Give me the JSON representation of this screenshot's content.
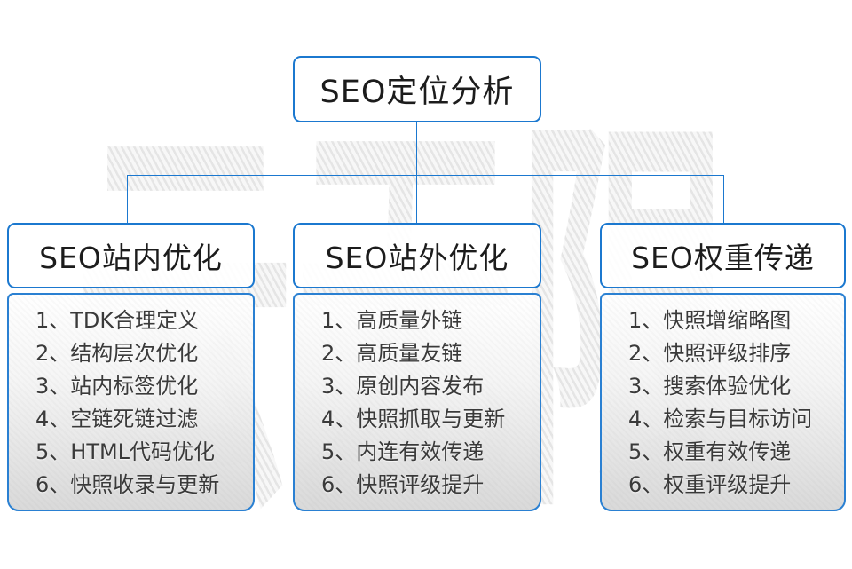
{
  "watermark": {
    "text": "云无限"
  },
  "root": {
    "title": "SEO定位分析"
  },
  "branches": [
    {
      "title": "SEO站内优化",
      "items": [
        "1、TDK合理定义",
        "2、结构层次优化",
        "3、站内标签优化",
        "4、空链死链过滤",
        "5、HTML代码优化",
        "6、快照收录与更新"
      ]
    },
    {
      "title": "SEO站外优化",
      "items": [
        "1、高质量外链",
        "2、高质量友链",
        "3、原创内容发布",
        "4、快照抓取与更新",
        "5、内连有效传递",
        "6、快照评级提升"
      ]
    },
    {
      "title": "SEO权重传递",
      "items": [
        "1、快照增缩略图",
        "2、快照评级排序",
        "3、搜索体验优化",
        "4、检索与目标访问",
        "5、权重有效传递",
        "6、权重评级提升"
      ]
    }
  ],
  "colors": {
    "accent_blue": "#1b78cf",
    "heading_text": "#1c1c1c",
    "item_text": "#3a3a3a",
    "watermark_gray": "#e3e3e3"
  }
}
